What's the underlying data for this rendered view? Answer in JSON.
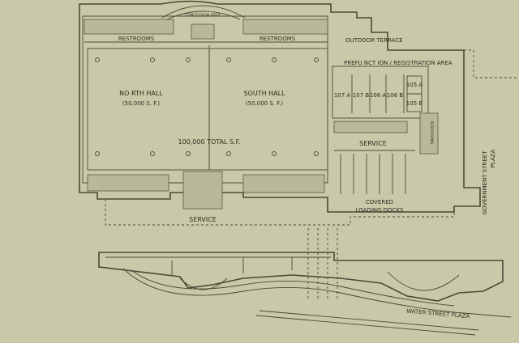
{
  "colors": {
    "background": "#c9c8a8",
    "lines": "#4a4a38",
    "text": "#2e2e22"
  },
  "labels": {
    "concession": "CONCESSION AREA",
    "restrooms_left": "RESTROOMS",
    "restrooms_right": "RESTROOMS",
    "outdoor_terrace": "OUTDOOR TERRACE",
    "prefunction": "PREFU  NCT ION / REGISTRATION AREA",
    "north_hall": "NO RTH HALL",
    "north_hall_size": "(50,000 S. F.)",
    "south_hall": "SOUTH HALL",
    "south_hall_size": "(50,000 S. F.)",
    "total": "100,000 TOTAL S.F.",
    "room_107a": "107 A",
    "room_107b": "107 B",
    "room_106a": "106 A",
    "room_106b": "106 B",
    "room_105a": "105 A",
    "room_105b": "105 B",
    "restrooms_vertical": "RESTROOMS",
    "service_right": "SERVICE",
    "service_bottom": "SERVICE",
    "covered_loading": "COVERED",
    "loading_docks": "LOADING DOCKS",
    "government_street": "GOVERNMENT STREET",
    "plaza": "PLAZA",
    "water_street_plaza": "WATER STREET PLAZA"
  }
}
